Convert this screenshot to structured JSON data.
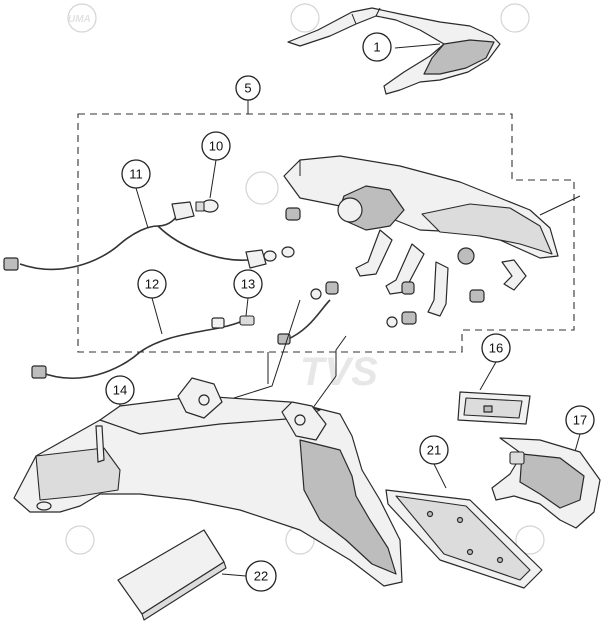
{
  "callouts": [
    {
      "id": "c1",
      "label": "1"
    },
    {
      "id": "c5",
      "label": "5"
    },
    {
      "id": "c10",
      "label": "10"
    },
    {
      "id": "c11",
      "label": "11"
    },
    {
      "id": "c12",
      "label": "12"
    },
    {
      "id": "c13",
      "label": "13"
    },
    {
      "id": "c14",
      "label": "14"
    },
    {
      "id": "c16",
      "label": "16"
    },
    {
      "id": "c17",
      "label": "17"
    },
    {
      "id": "c21",
      "label": "21"
    },
    {
      "id": "c22",
      "label": "22"
    }
  ],
  "watermarks": {
    "logo": "UMA",
    "brand": "TVS"
  }
}
